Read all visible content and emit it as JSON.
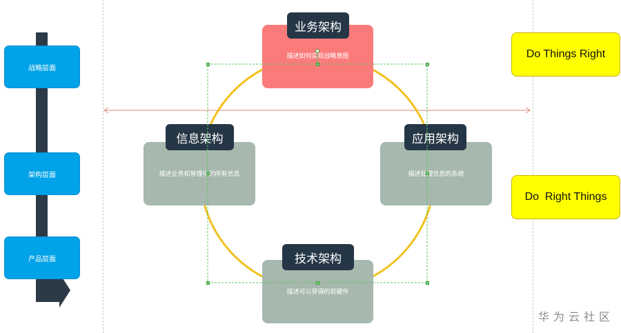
{
  "levels": [
    {
      "label": "战略层面"
    },
    {
      "label": "架构层面"
    },
    {
      "label": "产品层面"
    }
  ],
  "architectures": {
    "business": {
      "title": "业务架构",
      "description": "描述如何实现战略意图"
    },
    "information": {
      "title": "信息架构",
      "description": "描述业务和管理中的所有信息"
    },
    "application": {
      "title": "应用架构",
      "description": "描述处理信息的系统"
    },
    "technology": {
      "title": "技术架构",
      "description": "描述可以获得的软硬件"
    }
  },
  "right_notes": {
    "top": "Do Things Right",
    "bottom": "Do  Right Things"
  },
  "watermark": "华为云社区",
  "colors": {
    "level_box": "#00a2e8",
    "level_arrow": "#2b3a46",
    "business_card": "#fb7b7b",
    "grey_card": "#a7b8ae",
    "title_tag": "#253746",
    "ring": "#f2c01e",
    "note_box": "#ffff00",
    "axis_line": "#e08a7a",
    "selection": "#5cc45c"
  }
}
